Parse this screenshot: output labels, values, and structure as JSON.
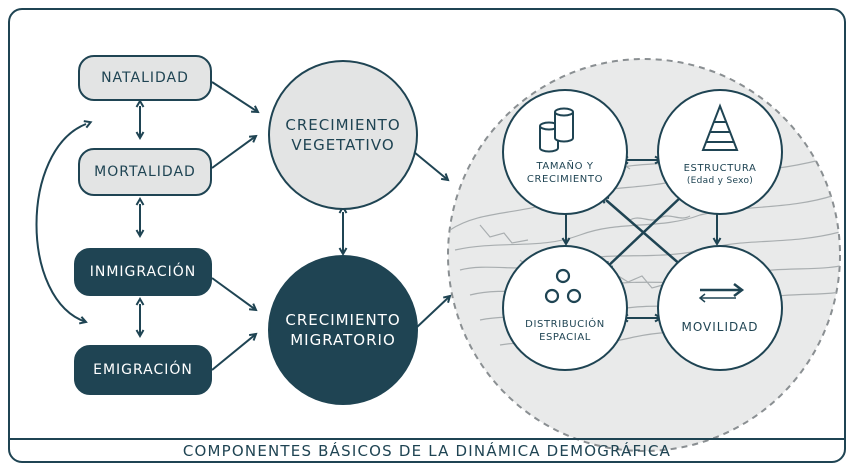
{
  "footer_title": "COMPONENTES BÁSICOS DE LA DINÁMICA DEMOGRÁFICA",
  "components": {
    "natalidad": "NATALIDAD",
    "mortalidad": "MORTALIDAD",
    "inmigracion": "INMIGRACIÓN",
    "emigracion": "EMIGRACIÓN"
  },
  "growth": {
    "vegetativo_line1": "CRECIMIENTO",
    "vegetativo_line2": "VEGETATIVO",
    "migratorio_line1": "CRECIMIENTO",
    "migratorio_line2": "MIGRATORIO"
  },
  "dimensions": {
    "tamano_line1": "TAMAÑO Y",
    "tamano_line2": "CRECIMIENTO",
    "estructura_line1": "ESTRUCTURA",
    "estructura_line2": "(Edad y Sexo)",
    "distribucion_line1": "DISTRIBUCIÓN",
    "distribucion_line2": "ESPACIAL",
    "movilidad": "MOVILIDAD"
  },
  "icons": {
    "tamano": "cylinders-icon",
    "estructura": "pyramid-icon",
    "distribucion": "dots-icon",
    "movilidad": "arrows-icon"
  },
  "colors": {
    "dark": "#1f4453",
    "light": "#e3e4e4",
    "map_lines": "#a9aeb0"
  }
}
